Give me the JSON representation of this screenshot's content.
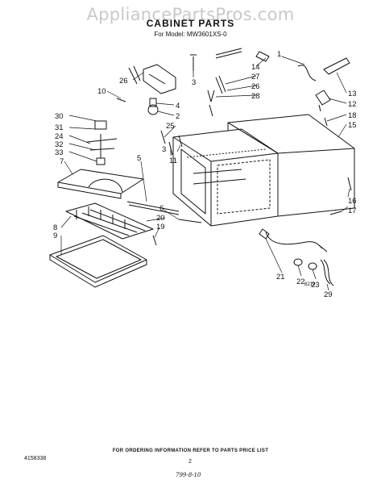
{
  "watermark": "AppliancePartsPros.com",
  "title": "CABINET PARTS",
  "subtitle": "For Model: MW3601XS-0",
  "figure_code": "8219",
  "labels": [
    {
      "id": "26a",
      "text": "26"
    },
    {
      "id": "10",
      "text": "10"
    },
    {
      "id": "3a",
      "text": "3"
    },
    {
      "id": "4",
      "text": "4"
    },
    {
      "id": "2",
      "text": "2"
    },
    {
      "id": "25",
      "text": "25"
    },
    {
      "id": "3b",
      "text": "3"
    },
    {
      "id": "11",
      "text": "11"
    },
    {
      "id": "14",
      "text": "14"
    },
    {
      "id": "27",
      "text": "27"
    },
    {
      "id": "26b",
      "text": "26"
    },
    {
      "id": "28",
      "text": "28"
    },
    {
      "id": "1",
      "text": "1"
    },
    {
      "id": "13",
      "text": "13"
    },
    {
      "id": "12",
      "text": "12"
    },
    {
      "id": "18",
      "text": "18"
    },
    {
      "id": "15",
      "text": "15"
    },
    {
      "id": "30",
      "text": "30"
    },
    {
      "id": "31",
      "text": "31"
    },
    {
      "id": "24",
      "text": "24"
    },
    {
      "id": "32",
      "text": "32"
    },
    {
      "id": "33",
      "text": "33"
    },
    {
      "id": "7",
      "text": "7"
    },
    {
      "id": "5",
      "text": "5"
    },
    {
      "id": "6",
      "text": "6"
    },
    {
      "id": "20",
      "text": "20"
    },
    {
      "id": "19",
      "text": "19"
    },
    {
      "id": "8",
      "text": "8"
    },
    {
      "id": "9",
      "text": "9"
    },
    {
      "id": "16",
      "text": "16"
    },
    {
      "id": "17",
      "text": "17"
    },
    {
      "id": "21",
      "text": "21"
    },
    {
      "id": "22",
      "text": "22"
    },
    {
      "id": "23",
      "text": "23"
    },
    {
      "id": "29",
      "text": "29"
    }
  ],
  "footer": "FOR ORDERING INFORMATION REFER TO PARTS PRICE LIST",
  "doc_number": "4158338",
  "page_number": "2",
  "handwritten_note": "799-8-10",
  "colors": {
    "ink": "#111111",
    "watermark": "#c9c9c9",
    "paper": "#ffffff"
  }
}
